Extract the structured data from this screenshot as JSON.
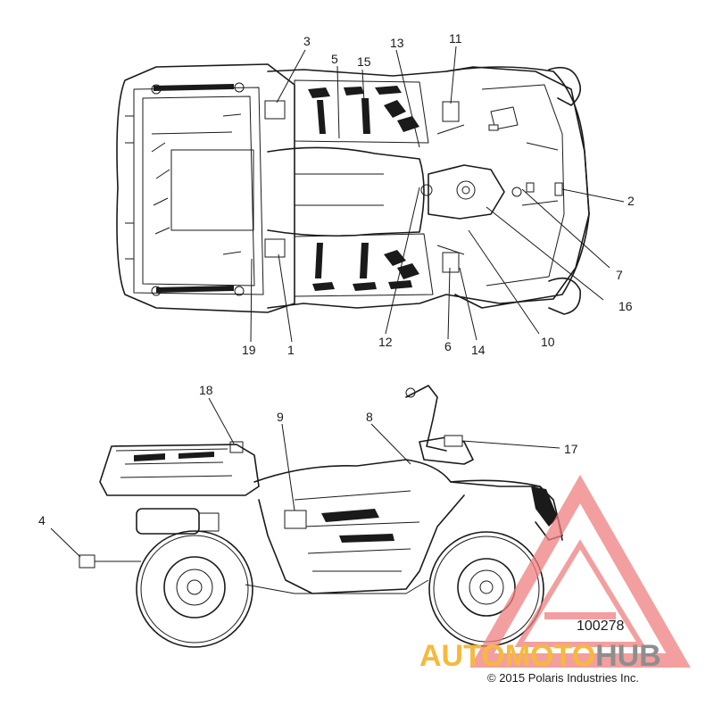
{
  "callouts": {
    "c1": "1",
    "c2": "2",
    "c3": "3",
    "c4": "4",
    "c5": "5",
    "c6": "6",
    "c7": "7",
    "c8": "8",
    "c9": "9",
    "c10": "10",
    "c11": "11",
    "c12": "12",
    "c13": "13",
    "c14": "14",
    "c15": "15",
    "c16": "16",
    "c17": "17",
    "c18": "18",
    "c19": "19"
  },
  "drawing_number": "100278",
  "copyright": "© 2015 Polaris Industries Inc.",
  "watermark": {
    "part_a": "AUTOMOTO",
    "part_b": "HUB",
    "color_primary": "#f6b93b",
    "color_secondary": "#8e8e8e",
    "triangle_color": "#f08080"
  }
}
